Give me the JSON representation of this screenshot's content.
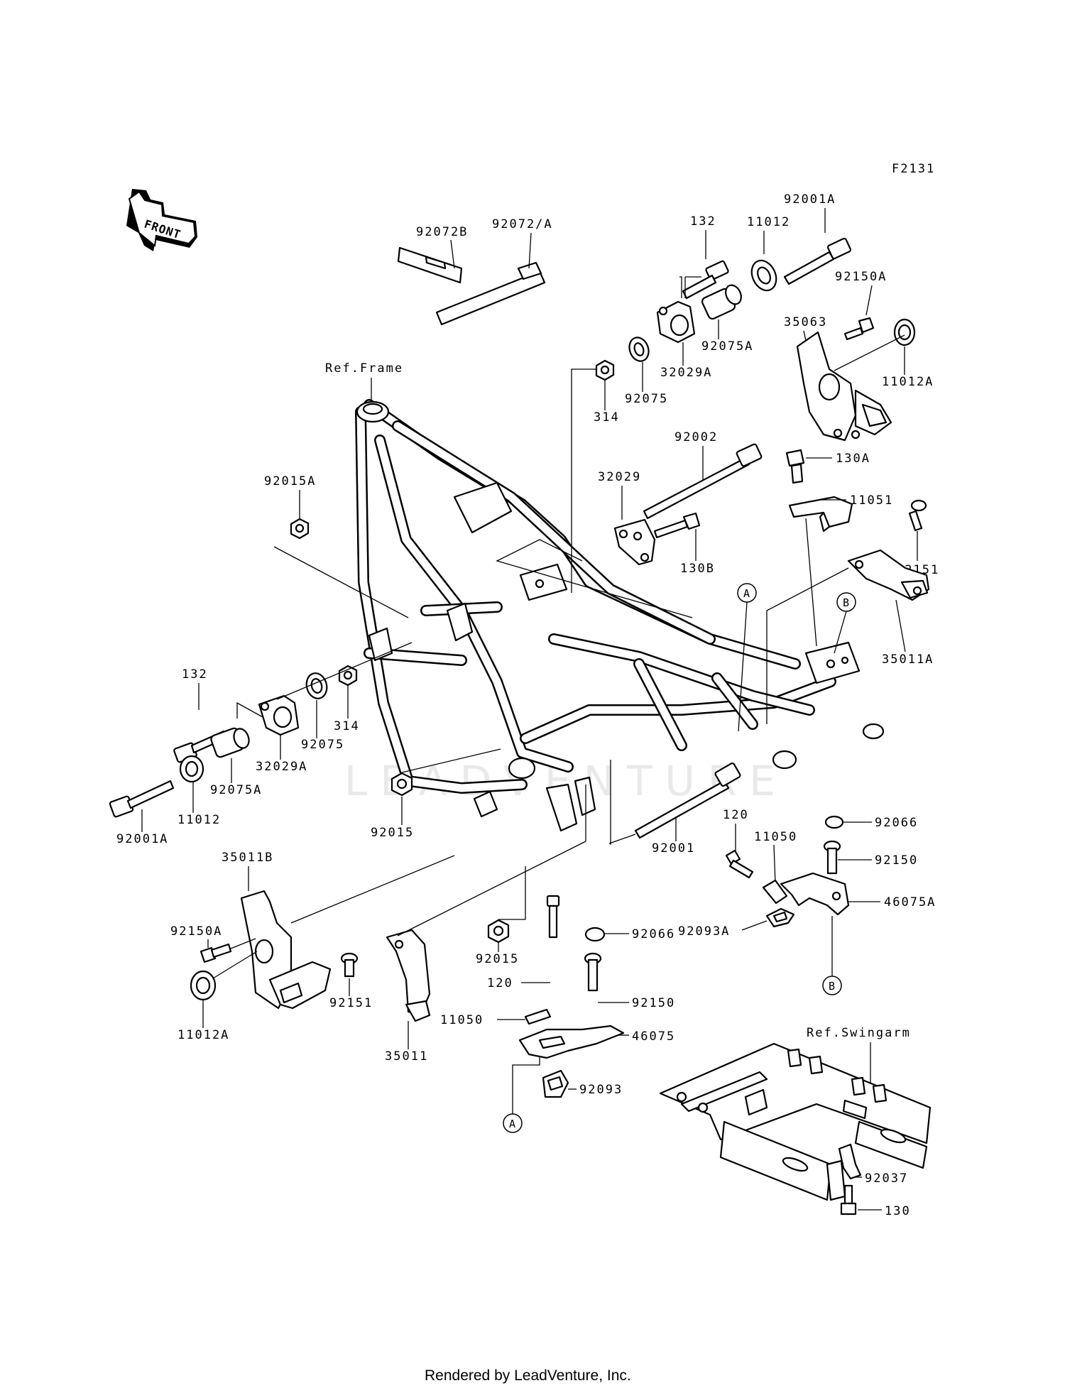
{
  "diagram": {
    "code": "F2131",
    "front_label": "FRONT",
    "ref_frame": "Ref.Frame",
    "ref_swingarm": "Ref.Swingarm",
    "callout_a": "A",
    "callout_b": "B",
    "watermark": "LEADVENTURE",
    "footer": "Rendered by LeadVenture, Inc."
  },
  "parts": {
    "p92072B": "92072B",
    "p92072A": "92072/A",
    "p132_top": "132",
    "p11012_top": "11012",
    "p92001A_top": "92001A",
    "p92150A_top": "92150A",
    "p35063": "35063",
    "p11012A_top": "11012A",
    "p92075A_top": "92075A",
    "p32029A_top": "32029A",
    "p92075_top": "92075",
    "p314_top": "314",
    "p92002": "92002",
    "p130A": "130A",
    "p32029": "32029",
    "p11051": "11051",
    "p130B": "130B",
    "p92151_right": "92151",
    "p35011A": "35011A",
    "p92015A": "92015A",
    "p132_left": "132",
    "p92075_left": "92075",
    "p314_left": "314",
    "p32029A_left": "32029A",
    "p92075A_left": "92075A",
    "p11012_left": "11012",
    "p92001A_left": "92001A",
    "p92015_left": "92015",
    "p92001": "92001",
    "p120_right": "120",
    "p11050_right": "11050",
    "p92066_right": "92066",
    "p92150_right": "92150",
    "p46075A": "46075A",
    "p92093A": "92093A",
    "p35011B": "35011B",
    "p92150A_left": "92150A",
    "p11012A_left": "11012A",
    "p92151_left": "92151",
    "p35011": "35011",
    "p92015_bottom": "92015",
    "p92066_bottom": "92066",
    "p120_bottom": "120",
    "p92150_bottom": "92150",
    "p11050_bottom": "11050",
    "p46075": "46075",
    "p92093": "92093",
    "p92037": "92037",
    "p130": "130"
  }
}
